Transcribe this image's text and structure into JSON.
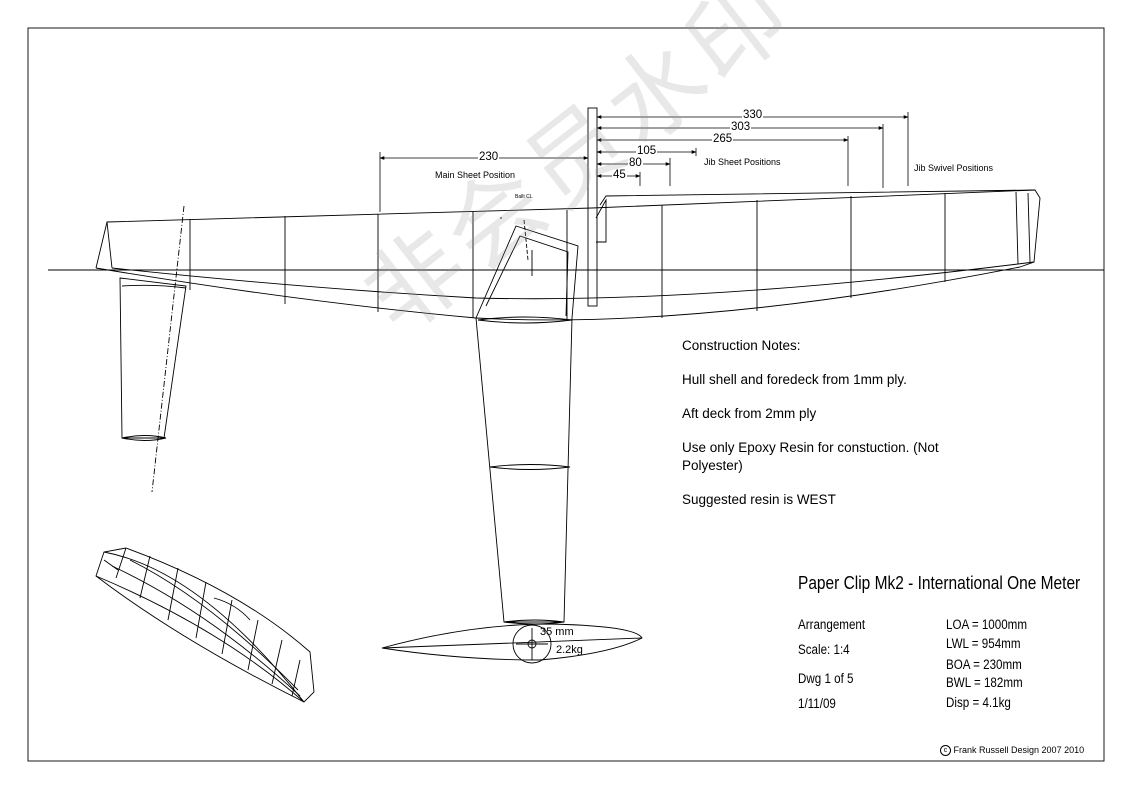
{
  "dimensions": {
    "d330": "330",
    "d303": "303",
    "d265": "265",
    "d105": "105",
    "d80": "80",
    "d45": "45",
    "d230": "230"
  },
  "labels": {
    "main_sheet": "Main Sheet Position",
    "jib_sheet": "Jib Sheet Positions",
    "jib_swivel": "Jib Swivel Positions",
    "ballast_cl": "Ballt CL",
    "bulb_size": "35 mm",
    "bulb_weight": "2.2kg"
  },
  "notes": {
    "heading": "Construction Notes:",
    "items": [
      "Hull shell and foredeck from 1mm ply.",
      "Aft deck from 2mm ply",
      "Use only Epoxy Resin for constuction. (Not",
      "Polyester)",
      "Suggested resin is WEST"
    ]
  },
  "title_block": {
    "title": "Paper Clip Mk2 - International One Meter",
    "left": [
      "Arrangement",
      "Scale: 1:4",
      "Dwg 1 of 5",
      "1/11/09"
    ],
    "right": [
      "LOA = 1000mm",
      "LWL = 954mm",
      "BOA = 230mm",
      "BWL = 182mm",
      "Disp = 4.1kg"
    ]
  },
  "copyright": "Frank Russell Design 2007 2010",
  "watermark": "非会员水印",
  "icons": {
    "copyright": "copyright-icon"
  }
}
